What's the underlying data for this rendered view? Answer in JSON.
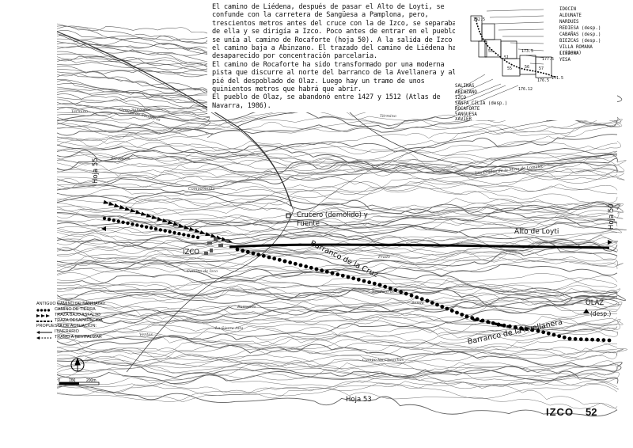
{
  "text": {
    "p1": "El camino de Liédena, después de pasar el Alto de Loyti, se confunde con la carretera de Sangüesa a Pamplona, pero, trescientos metros antes del cruce con la de Izco, se separaba de ella y se dirigía a Izco. Poco antes de entrar en el pueblo se unía al camino de Rocaforte (hoja 50). A la salida de Izco el camino baja a Abinzano. El trazado del camino de Liédena ha desaparecido por concentración parcelaria.",
    "p2": "El camino de Rocaforte ha sido transformado por una moderna pista que discurre al norte del barranco de la Avellanera y al pié del despoblado de Olaz. Luego hay un tramo de unos quinientos metros que habrá que abrir.",
    "p3": "El pueblo de Olaz, se abandonó entre 1427 y 1512 (Atlas de Navarra, 1986)."
  },
  "inset": {
    "right_labels": [
      "IDOCIN",
      "ALDUNATE",
      "NARDUES",
      "REDIESA (desp.)",
      "CABAÑAS (desp.)",
      "BIEZCAS (desp.)",
      "VILLA ROMANA (ruinas)",
      "LIÉDENA",
      "YESA"
    ],
    "left_labels": [
      "SALINAS",
      "ABINZANO",
      "IZCO",
      "SANTA CILIA (desp.)",
      "ROCAFORTE",
      "SANGUESA",
      "XAVIER"
    ],
    "sheet_numbers": [
      "142.5",
      "51",
      "53",
      "55",
      "56",
      "57",
      "173.5",
      "176.5",
      "177.5",
      "176.12",
      "171.5"
    ]
  },
  "map_labels": {
    "izco": "IZCO",
    "crucero": "Crucero (demolido) y",
    "fuente": "Fuente",
    "alto_loyti": "Alto de Loyti",
    "barranco_cruz": "Barranco de la Cruz",
    "olaz": "OLAZ",
    "olaz_desp": "(desp.)",
    "barranco_avellanera": "Barranco de la Avellanera",
    "hoja_55": "Hoja 55",
    "hoja_50": "Hoja 50",
    "hoja_53": "Hoja 53",
    "minor": [
      "Sangorro",
      "Término",
      "Camino de Sangüesa",
      "Salvatore",
      "Campamento",
      "Prado",
      "Las Prados de la Mina de Lomalet",
      "Senda",
      "Sendero de Olaz",
      "Término",
      "Camino de Izco",
      "Barranco",
      "Campo las Chozchas",
      "La Sierra Alta",
      "Ventas"
    ]
  },
  "legend": {
    "items": [
      {
        "label": "ANTIGUO CAMINO DE SANTIAGO:",
        "style": "heading"
      },
      {
        "label": "CAMINO DE TIERRA",
        "style": "dots"
      },
      {
        "label": "TRAZA BAJO ASFALTO",
        "style": "triangles"
      },
      {
        "label": "TRAZA DESAPARECIDA",
        "style": "dashes"
      },
      {
        "label": "PROPUESTA DE ACTUACION:",
        "style": "heading"
      },
      {
        "label": "ITINERARIO",
        "style": "arrow"
      },
      {
        "label": "TRAMO A REVITALIZAR",
        "style": "arrow-dash"
      }
    ],
    "scale_labels": [
      "0",
      "100",
      "200m"
    ]
  },
  "footer": {
    "section": "IZCO",
    "page": "52"
  }
}
